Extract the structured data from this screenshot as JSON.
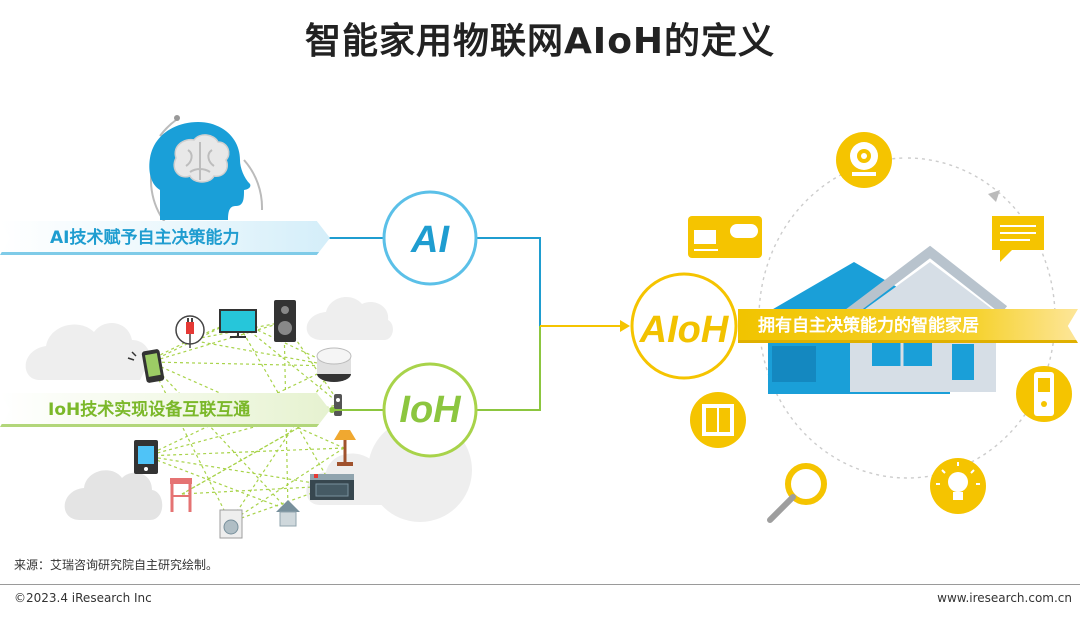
{
  "title": "智能家用物联网AIoH的定义",
  "left": {
    "ai_banner": "AI技术赋予自主决策能力",
    "ai_circle": "AI",
    "ioh_banner": "IoH技术实现设备互联互通",
    "ioh_circle": "IoH"
  },
  "right": {
    "aioh_circle": "AIoH",
    "aioh_banner": "拥有自主决策能力的智能家居"
  },
  "icons": {
    "left": [
      "brain-head-icon",
      "plug-icon",
      "tv-icon",
      "speaker-icon",
      "phone-icon",
      "robot-vacuum-icon",
      "door-lock-icon",
      "lamp-icon",
      "tablet-icon",
      "cooktop-icon",
      "drying-rack-icon",
      "washing-machine-icon",
      "router-icon"
    ],
    "right": [
      "camera-icon",
      "message-icon",
      "card-icon",
      "house-icon",
      "smart-lock-icon",
      "switch-icon",
      "search-icon",
      "bulb-icon"
    ]
  },
  "colors": {
    "ai_blue": "#1f9dd0",
    "ioh_green": "#8cc63f",
    "aioh_yellow": "#f5c400"
  },
  "footer": {
    "source": "来源：艾瑞咨询研究院自主研究绘制。",
    "copyright": "©2023.4 iResearch Inc",
    "website": "www.iresearch.com.cn"
  }
}
